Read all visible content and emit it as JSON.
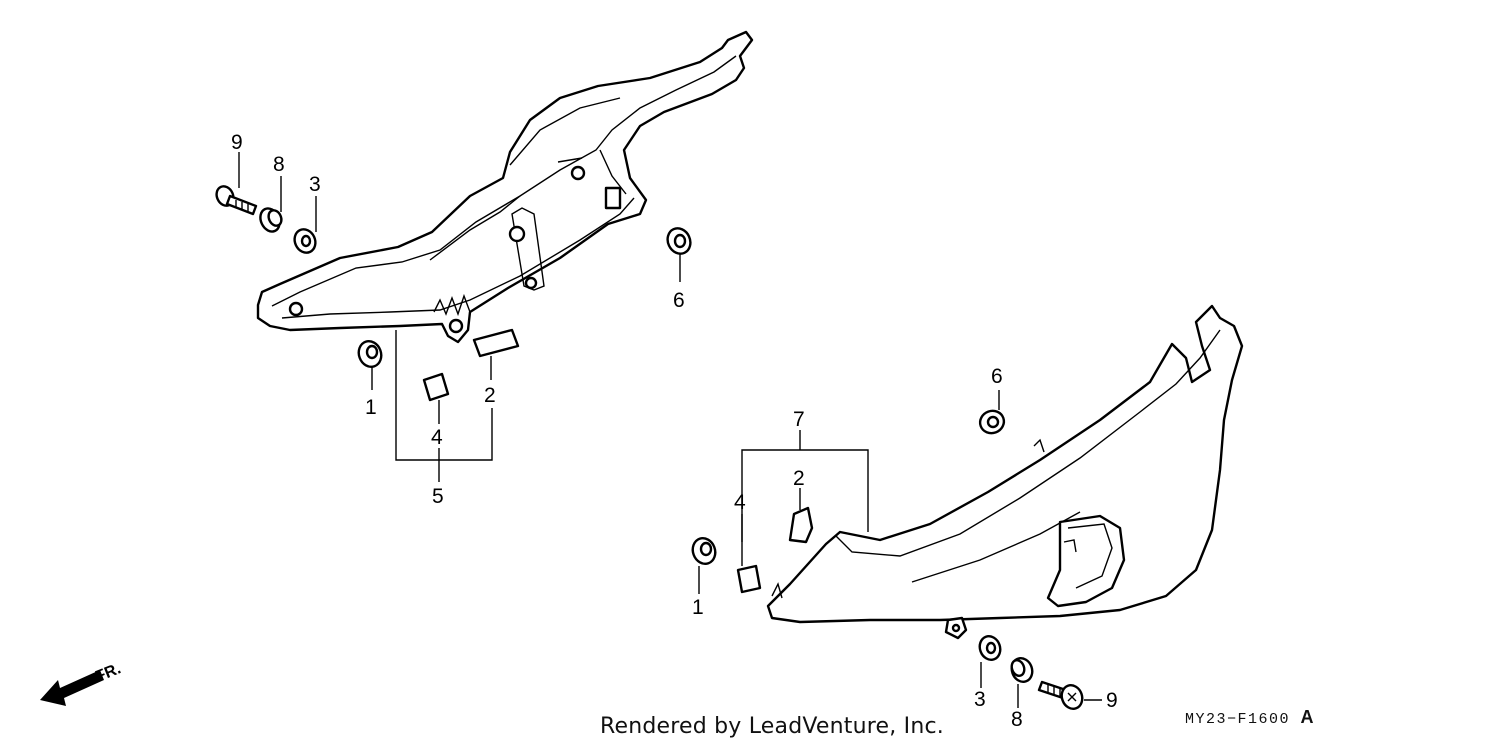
{
  "callouts": {
    "left": {
      "c9": "9",
      "c8": "8",
      "c3": "3",
      "c6": "6",
      "c1": "1",
      "c4": "4",
      "c2": "2",
      "c5": "5"
    },
    "right": {
      "c6": "6",
      "c7": "7",
      "c2": "2",
      "c4": "4",
      "c1": "1",
      "c3": "3",
      "c8": "8",
      "c9": "9"
    }
  },
  "direction_label": "FR.",
  "footer_text": "Rendered by LeadVenture, Inc.",
  "diagram_code": "MY23−F1600",
  "diagram_suffix": "A"
}
